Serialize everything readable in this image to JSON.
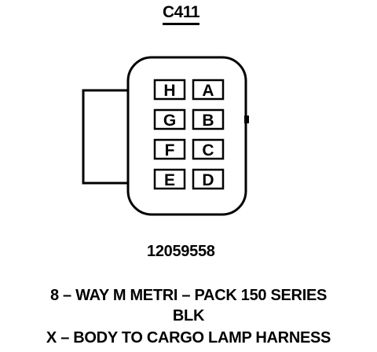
{
  "connector": {
    "id": "C411",
    "part_number": "12059558",
    "pins": [
      {
        "letter": "H"
      },
      {
        "letter": "A"
      },
      {
        "letter": "G"
      },
      {
        "letter": "B"
      },
      {
        "letter": "F"
      },
      {
        "letter": "C"
      },
      {
        "letter": "E"
      },
      {
        "letter": "D"
      }
    ]
  },
  "description": {
    "line1": "8 – WAY M METRI – PACK 150 SERIES",
    "line2": "BLK",
    "line3": "X – BODY TO CARGO LAMP HARNESS"
  }
}
